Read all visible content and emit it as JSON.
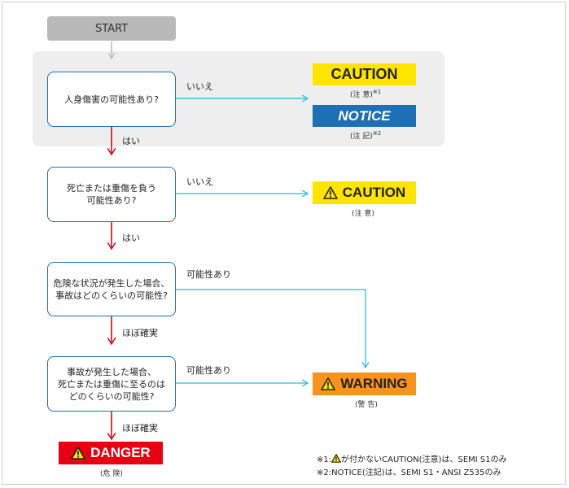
{
  "start": "START",
  "questions": {
    "q1": "人身傷害の可能性あり?",
    "q2": "死亡または重傷を負う\n可能性あり?",
    "q3": "危険な状況が発生した場合、\n事故はどのくらいの可能性?",
    "q4": "事故が発生した場合、\n死亡または重傷に至るのは\nどのくらいの可能性?"
  },
  "branches": {
    "no1": "いいえ",
    "yes1": "はい",
    "no2": "いいえ",
    "yes2": "はい",
    "possible3": "可能性あり",
    "almost3": "ほぼ確実",
    "possible4": "可能性あり",
    "almost4": "ほぼ確実"
  },
  "outcomes": {
    "caution1": {
      "label": "CAUTION",
      "sub": "(注 意)",
      "mark": "※1"
    },
    "notice": {
      "label": "NOTICE",
      "sub": "(注 記)",
      "mark": "※2"
    },
    "caution2": {
      "label": "CAUTION",
      "sub": "(注 意)"
    },
    "warning": {
      "label": "WARNING",
      "sub": "(警 告)"
    },
    "danger": {
      "label": "DANGER",
      "sub": "(危 険)"
    }
  },
  "notes": {
    "n1_prefix": "※1:",
    "n1_text": "が付かないCAUTION(注意)は、SEMI S1のみ",
    "n2": "※2:NOTICE(注記)は、SEMI S1・ANSI Z535のみ"
  },
  "colors": {
    "caution": "#ffe400",
    "notice": "#1f6fb5",
    "warning": "#f7931e",
    "danger": "#e50012",
    "yes_arrow": "#e50012",
    "no_arrow": "#29b6e0",
    "start_arrow": "#b9b9b9"
  }
}
